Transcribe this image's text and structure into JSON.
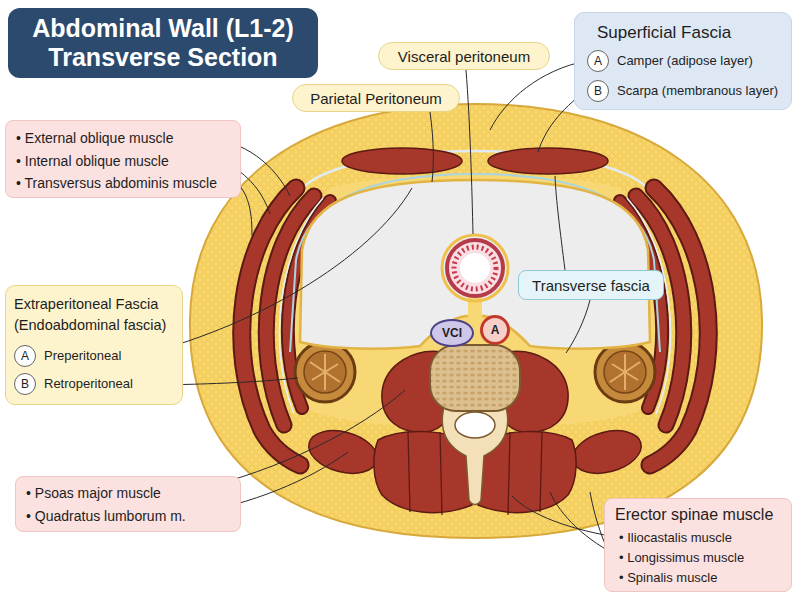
{
  "diagram": {
    "title": "Abdominal Wall (L1-2) Transverse Section",
    "nodes": [
      {
        "text": [
          "Visceral peritoneum"
        ]
      },
      {
        "text": [
          "Superficial Fascia",
          "Camper (adipose layer)",
          "Scarpa (membranous layer)"
        ]
      },
      {
        "text": [
          "A"
        ],
        "in": 1
      },
      {
        "text": [
          "B"
        ],
        "in": 1
      },
      {
        "text": [
          "Parietal Peritoneum"
        ]
      },
      {
        "text": [
          "• External oblique muscle",
          "• Internal oblique muscle",
          "• Transversus abdominis muscle"
        ]
      },
      {
        "text": [
          "Transverse fascia"
        ]
      },
      {
        "text": [
          "VCI"
        ]
      },
      {
        "text": [
          "A"
        ]
      },
      {
        "text": [
          "Extraperitoneal Fascia (Endoabdominal fascia)",
          "Preperitoneal",
          "Retroperitoneal"
        ]
      },
      {
        "text": [
          "A"
        ],
        "in": 9
      },
      {
        "text": [
          "B"
        ],
        "in": 9
      },
      {
        "text": [
          "• Psoas major muscle",
          "• Quadratus lumborum m."
        ]
      },
      {
        "text": [
          "Erector spinae muscle",
          "• Iliocastalis muscle",
          "• Longissimus muscle",
          "• Spinalis muscle"
        ]
      }
    ]
  }
}
